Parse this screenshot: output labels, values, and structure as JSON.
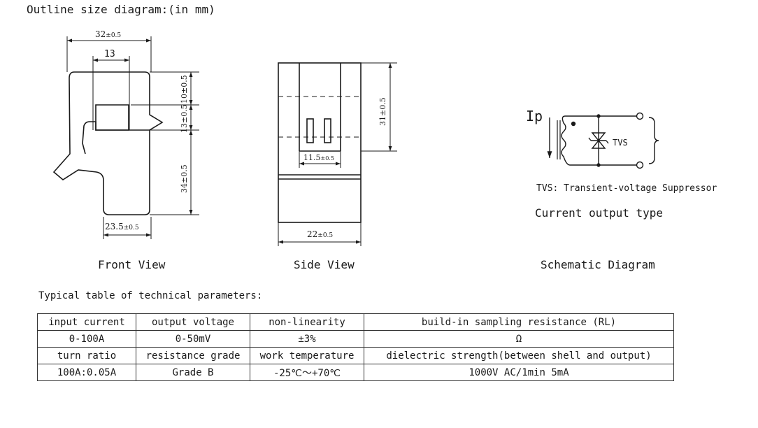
{
  "outline_title": "Outline size diagram:(in mm)",
  "front_view": {
    "caption": "Front View",
    "dim_width_top": "32",
    "dim_width_top_tol": "±0.5",
    "dim_window": "13",
    "dim_right_upper": "10±0.5",
    "dim_right_mid": "13±0.5",
    "dim_right_lower": "34±0.5",
    "dim_bottom": "23.5",
    "dim_bottom_tol": "±0.5"
  },
  "side_view": {
    "caption": "Side View",
    "dim_height": "31±0.5",
    "dim_pin": "11.5",
    "dim_pin_tol": "±0.5",
    "dim_width": "22",
    "dim_width_tol": "±0.5"
  },
  "schematic": {
    "caption": "Schematic Diagram",
    "ip_label": "Ip",
    "tvs_label": "TVS",
    "tvs_note": "TVS: Transient-voltage Suppressor",
    "output_type": "Current output type"
  },
  "table_title": "Typical table of technical parameters:",
  "table": {
    "rows": [
      [
        "input current",
        "output voltage",
        "non-linearity",
        "build-in sampling resistance (RL)"
      ],
      [
        "0-100A",
        "0-50mV",
        "±3%",
        "Ω"
      ],
      [
        "turn ratio",
        "resistance grade",
        "work temperature",
        "dielectric strength(between shell and output)"
      ],
      [
        "100A:0.05A",
        "Grade B",
        "-25℃～+70℃",
        "1000V AC/1min 5mA"
      ]
    ]
  }
}
